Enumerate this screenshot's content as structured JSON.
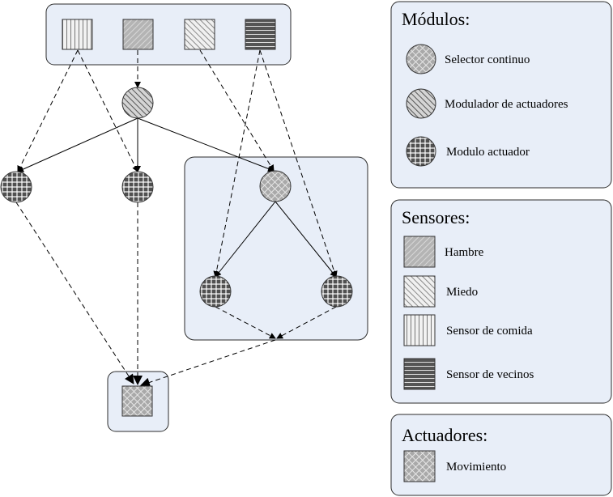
{
  "legend": {
    "modules": {
      "title": "Módulos:",
      "items": [
        {
          "label": "Selector continuo",
          "icon": "selector-continuo-icon"
        },
        {
          "label": "Modulador de actuadores",
          "icon": "modulador-icon"
        },
        {
          "label": "Modulo actuador",
          "icon": "modulo-actuador-icon"
        }
      ]
    },
    "sensors": {
      "title": "Sensores:",
      "items": [
        {
          "label": "Hambre",
          "icon": "hambre-icon"
        },
        {
          "label": "Miedo",
          "icon": "miedo-icon"
        },
        {
          "label": "Sensor de comida",
          "icon": "sensor-comida-icon"
        },
        {
          "label": "Sensor de vecinos",
          "icon": "sensor-vecinos-icon"
        }
      ]
    },
    "actuators": {
      "title": "Actuadores:",
      "items": [
        {
          "label": "Movimiento",
          "icon": "movimiento-icon"
        }
      ]
    }
  },
  "colors": {
    "panel_fill": "#e8eef8",
    "panel_stroke": "#2b2b2b",
    "node_fill_light": "#b8b8b8",
    "node_fill_dark": "#5a5a5a",
    "grid_lines": "#ffffff"
  }
}
